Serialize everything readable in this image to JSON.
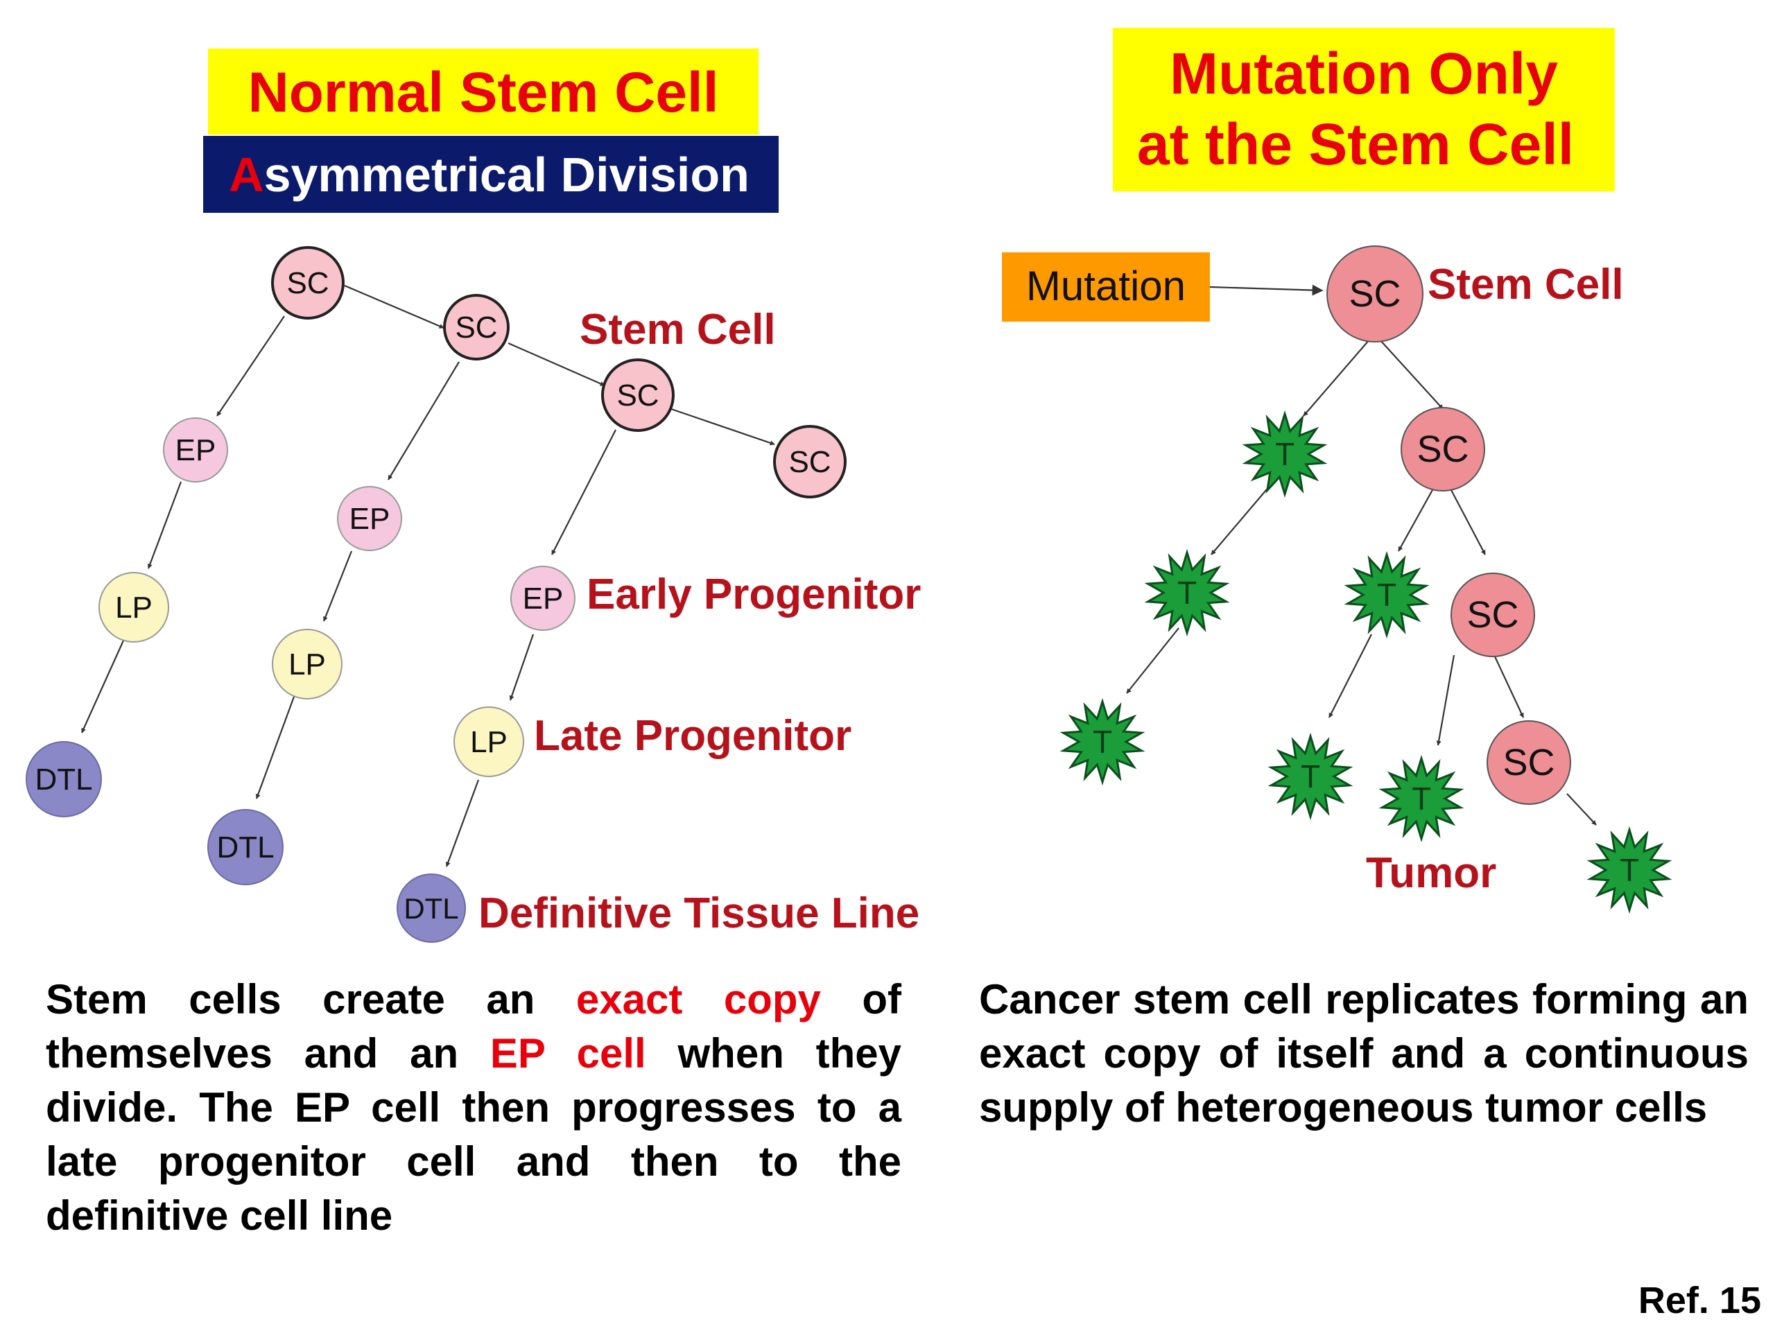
{
  "left_panel": {
    "title": "Normal Stem Cell",
    "subtitle_first_letter": "A",
    "subtitle_rest": "symmetrical Division",
    "labels": {
      "stem_cell": "Stem Cell",
      "early_progenitor": "Early Progenitor",
      "late_progenitor": "Late Progenitor",
      "definitive_tissue_line": "Definitive Tissue Line"
    },
    "caption": {
      "part1": "Stem cells create an ",
      "highlight1": "exact copy",
      "part2": " of themselves and an ",
      "highlight2": "EP cell",
      "part3": " when they divide. The EP cell then progresses to a late progenitor cell and then to the definitive cell line"
    }
  },
  "right_panel": {
    "title_line1": "Mutation Only",
    "title_line2": "at the Stem Cell",
    "mutation_box": "Mutation",
    "labels": {
      "stem_cell": "Stem Cell",
      "tumor": "Tumor"
    },
    "caption": "Cancer stem cell replicates forming an exact copy of itself and a continuous supply of heterogeneous tumor cells"
  },
  "node_labels": {
    "sc": "SC",
    "ep": "EP",
    "lp": "LP",
    "dtl": "DTL",
    "t": "T"
  },
  "reference": "Ref. 15",
  "colors": {
    "title_yellow": "#ffff00",
    "title_red": "#e8000b",
    "subtitle_navy": "#0c1a6b",
    "label_darkred": "#b5121b",
    "mutation_orange": "#ff9900",
    "sc_left_fill": "#f9c3cb",
    "sc_right_fill": "#ee8f95",
    "ep_fill": "#f6c8df",
    "lp_fill": "#fbf6c2",
    "dtl_fill": "#8a88c6",
    "tumor_green": "#1b9e3a"
  }
}
